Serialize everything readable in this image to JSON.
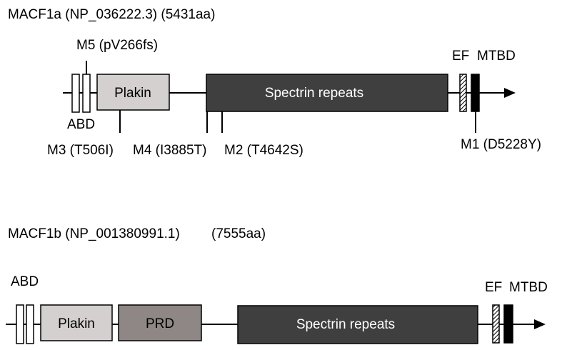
{
  "diagram_a": {
    "title": "MACF1a (NP_036222.3) (5431aa)",
    "domains": {
      "abd": "ABD",
      "plakin": "Plakin",
      "spectrin": "Spectrin repeats",
      "ef": "EF",
      "mtbd": "MTBD"
    },
    "mutations": {
      "m5": "M5 (pV266fs)",
      "m3": "M3 (T506I)",
      "m4": "M4 (I3885T)",
      "m2": "M2 (T4642S)",
      "m1": "M1 (D5228Y)"
    }
  },
  "diagram_b": {
    "title_part1": "MACF1b (NP_001380991.1)",
    "title_part2": "(7555aa)",
    "domains": {
      "abd": "ABD",
      "plakin": "Plakin",
      "prd": "PRD",
      "spectrin": "Spectrin repeats",
      "ef": "EF",
      "mtbd": "MTBD"
    }
  },
  "colors": {
    "line": "#000000",
    "plakin_fill": "#d3d0cf",
    "prd_fill": "#8e8785",
    "spectrin_fill": "#3f3f3f",
    "mtbd_fill": "#000000",
    "abd_fill": "#ffffff"
  }
}
